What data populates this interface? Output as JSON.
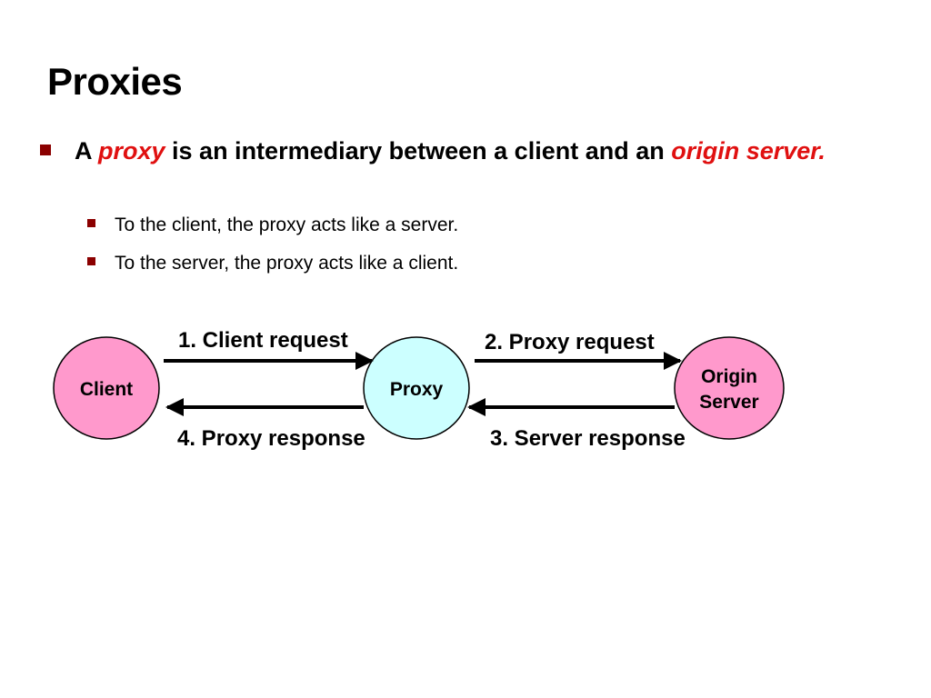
{
  "title": "Proxies",
  "bullet": {
    "part1": "A ",
    "term1": "proxy",
    "part2": " is an intermediary between a client and an ",
    "term2": "origin server",
    "part3": "."
  },
  "sub_bullets": [
    "To the client, the proxy acts like a server.",
    "To the server, the proxy acts like a client."
  ],
  "diagram": {
    "nodes": {
      "client": "Client",
      "proxy": "Proxy",
      "origin_line1": "Origin",
      "origin_line2": "Server"
    },
    "arrows": {
      "client_request": "1. Client request",
      "proxy_request": "2. Proxy request",
      "server_response": "3. Server response",
      "proxy_response": "4. Proxy response"
    },
    "colors": {
      "client_fill": "#ff99cc",
      "proxy_fill": "#ccffff",
      "origin_fill": "#ff99cc",
      "accent_red": "#e01010",
      "bullet_marker": "#8b0000"
    }
  }
}
